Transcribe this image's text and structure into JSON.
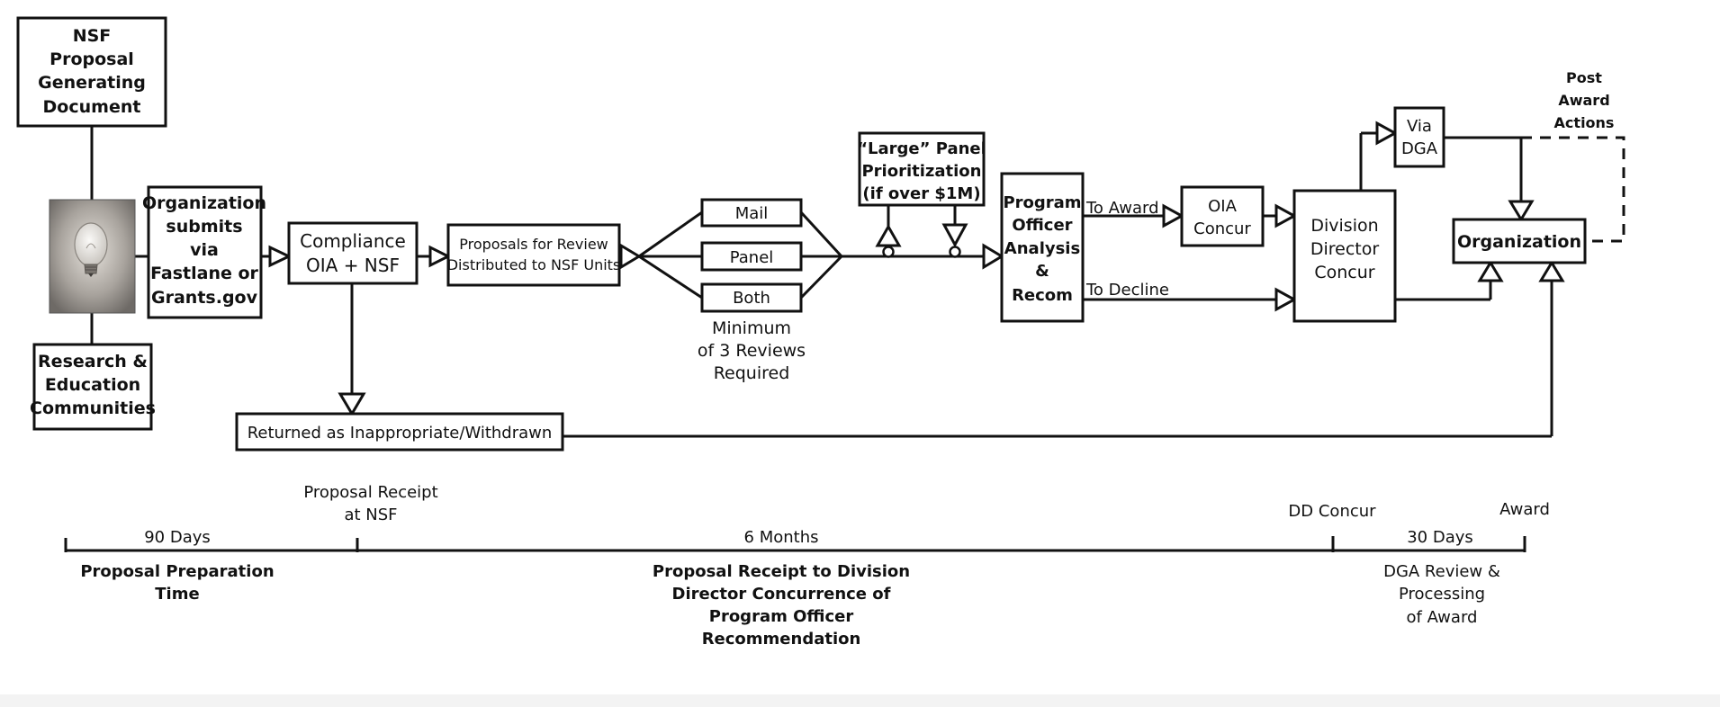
{
  "nodes": {
    "nsf_doc": [
      "NSF",
      "Proposal",
      "Generating",
      "Document"
    ],
    "research": [
      "Research &",
      "Education",
      "Communities"
    ],
    "org_submits": [
      "Organization",
      "submits",
      "via",
      "Fastlane or",
      "Grants.gov"
    ],
    "compliance": [
      "Compliance",
      "OIA + NSF"
    ],
    "distributed": [
      "Proposals for Review",
      "Distributed to NSF Units"
    ],
    "mail": "Mail",
    "panel": "Panel",
    "both": "Both",
    "min_reviews": [
      "Minimum",
      "of 3 Reviews",
      "Required"
    ],
    "large_panel": [
      "“Large” Panel",
      "Prioritization",
      "(if over $1M)"
    ],
    "program_officer": [
      "Program",
      "Officer",
      "Analysis",
      "&",
      "Recom"
    ],
    "to_award": "To Award",
    "to_decline": "To Decline",
    "oia_concur": [
      "OIA",
      "Concur"
    ],
    "division_director": [
      "Division",
      "Director",
      "Concur"
    ],
    "via_dga": [
      "Via",
      "DGA"
    ],
    "post_award": [
      "Post",
      "Award",
      "Actions"
    ],
    "organization": "Organization",
    "returned": "Returned as Inappropriate/Withdrawn"
  },
  "timeline": {
    "proposal_receipt": [
      "Proposal Receipt",
      "at NSF"
    ],
    "dd_concur": "DD Concur",
    "award": "Award",
    "days90": "90 Days",
    "months6": "6 Months",
    "days30": "30 Days",
    "prep": [
      "Proposal Preparation",
      "Time"
    ],
    "receipt_to_dd": [
      "Proposal Receipt to Division",
      "Director Concurrence of",
      "Program Officer",
      "Recommendation"
    ],
    "dga_review": [
      "DGA Review &",
      "Processing",
      "of Award"
    ]
  },
  "icons": {
    "lightbulb": "lightbulb-photo-icon"
  }
}
